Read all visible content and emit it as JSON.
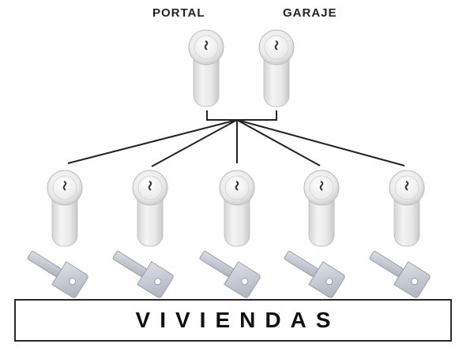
{
  "labels": {
    "portal": "PORTAL",
    "garaje": "GARAJE",
    "viviendas": "VIVIENDAS"
  },
  "diagram": {
    "top_cylinders": [
      "cylinder-portal",
      "cylinder-garaje"
    ],
    "dwelling_cylinder_count": 5,
    "key_count": 5
  },
  "colors": {
    "cylinder_body": "#e4e4e4",
    "cylinder_edge": "#c2c2c2",
    "key_metal": "#c6cad3",
    "line": "#222222",
    "box_border": "#2a2a2a",
    "text": "#111111"
  }
}
